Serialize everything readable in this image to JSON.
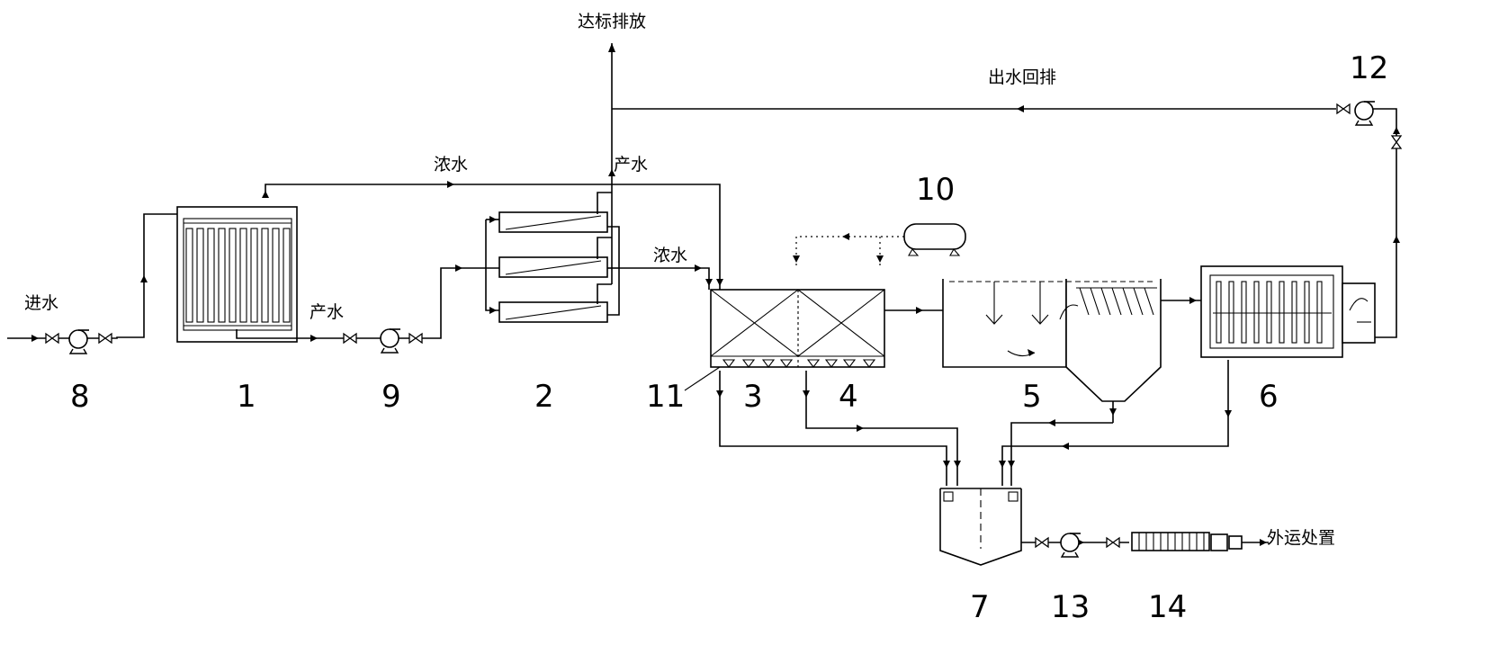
{
  "labels": {
    "inlet": "进水",
    "product_water_1": "产水",
    "concentrate_1": "浓水",
    "product_water_2": "产水",
    "concentrate_2": "浓水",
    "discharge": "达标排放",
    "effluent_return": "出水回排",
    "offsite_disposal": "外运处置"
  },
  "numbers": {
    "n1": "1",
    "n2": "2",
    "n3": "3",
    "n4": "4",
    "n5": "5",
    "n6": "6",
    "n7": "7",
    "n8": "8",
    "n9": "9",
    "n10": "10",
    "n11": "11",
    "n12": "12",
    "n13": "13",
    "n14": "14"
  }
}
